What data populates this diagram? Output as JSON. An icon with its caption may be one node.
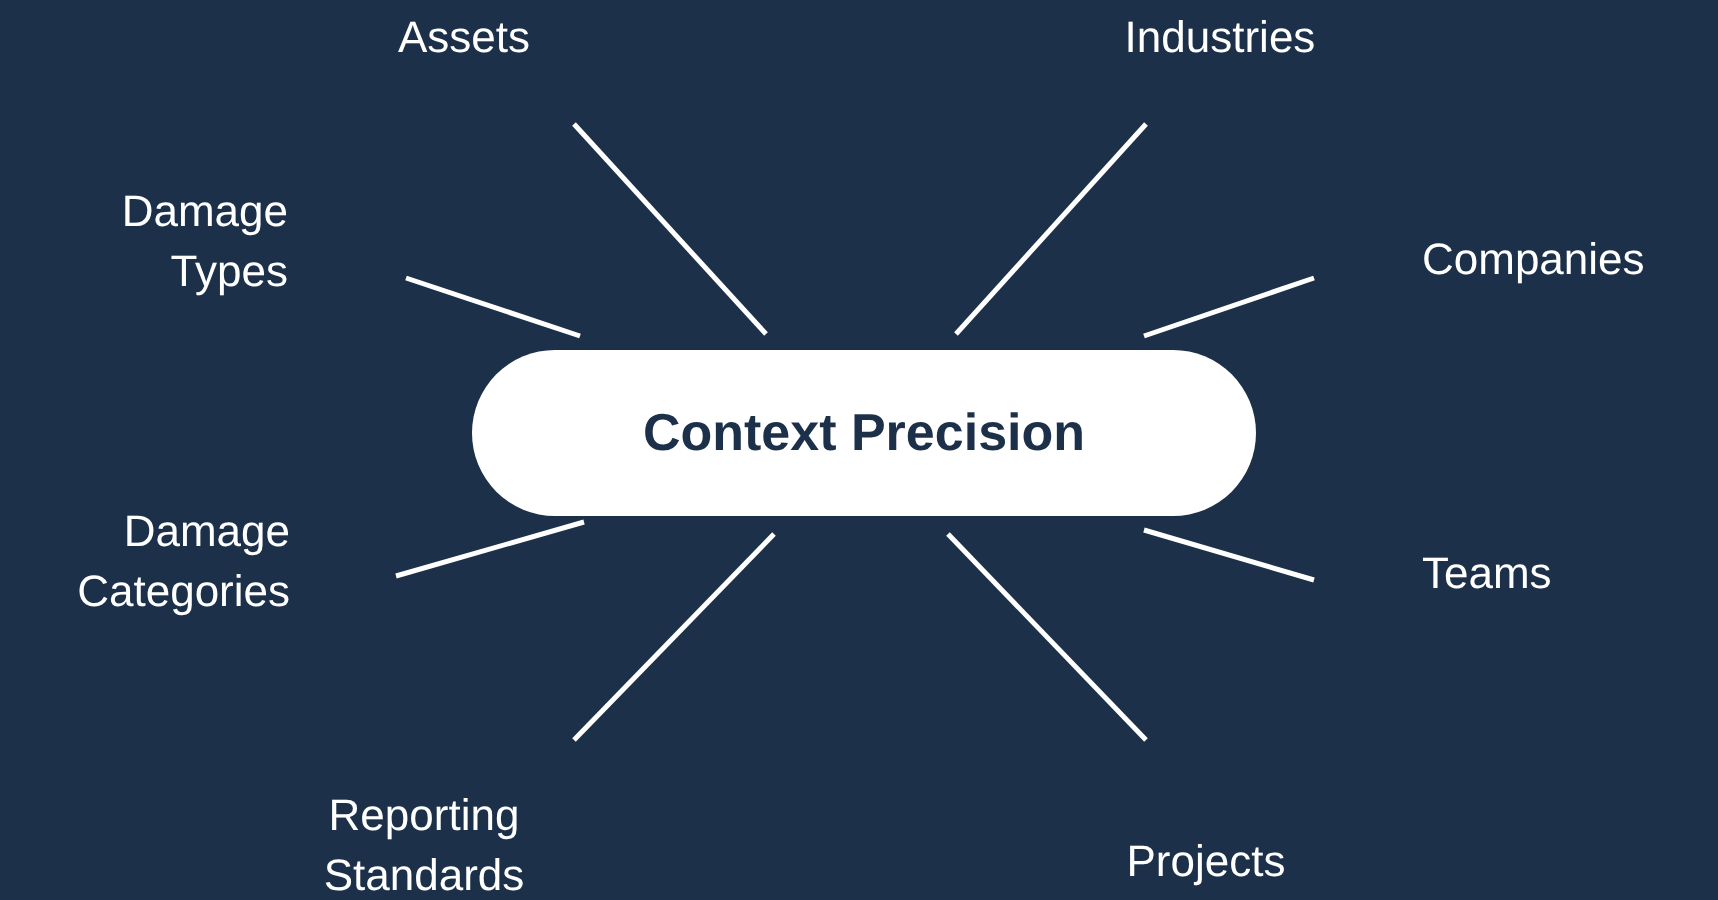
{
  "diagram": {
    "nodes": [
      {
        "text": [
          "Context Precision"
        ]
      },
      {
        "text": [
          "Assets"
        ]
      },
      {
        "text": [
          "Industries"
        ]
      },
      {
        "text": [
          "Damage Types"
        ]
      },
      {
        "text": [
          "Companies"
        ]
      },
      {
        "text": [
          "Damage Categories"
        ]
      },
      {
        "text": [
          "Teams"
        ]
      },
      {
        "text": [
          "Reporting Standards"
        ]
      },
      {
        "text": [
          "Projects"
        ]
      }
    ],
    "edges": [
      {
        "from": 0,
        "to": 1,
        "arrow": "none"
      },
      {
        "from": 0,
        "to": 2,
        "arrow": "none"
      },
      {
        "from": 0,
        "to": 3,
        "arrow": "none"
      },
      {
        "from": 0,
        "to": 4,
        "arrow": "none"
      },
      {
        "from": 0,
        "to": 5,
        "arrow": "none"
      },
      {
        "from": 0,
        "to": 6,
        "arrow": "none"
      },
      {
        "from": 0,
        "to": 7,
        "arrow": "none"
      },
      {
        "from": 0,
        "to": 8,
        "arrow": "none"
      }
    ]
  }
}
